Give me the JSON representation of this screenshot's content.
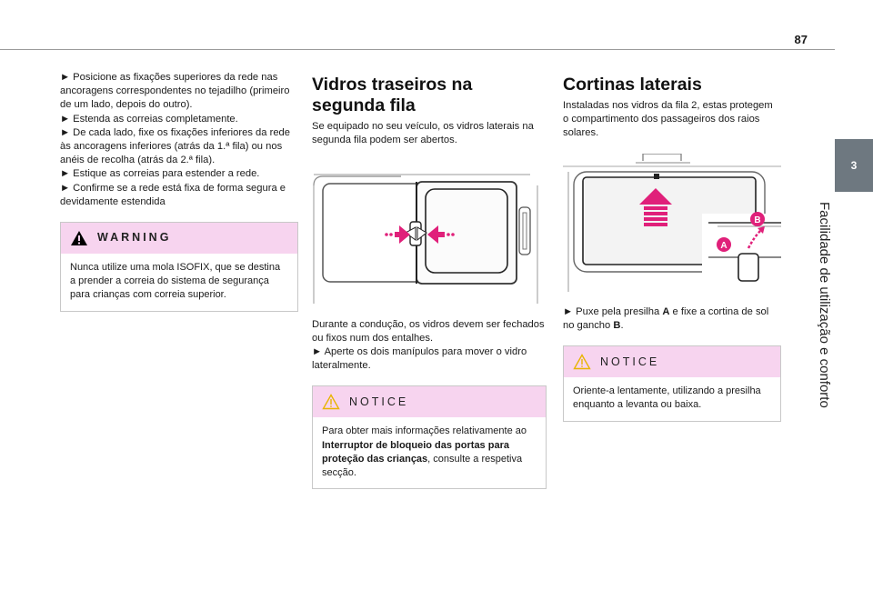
{
  "page": {
    "number": "87",
    "chapter_number": "3",
    "chapter_title": "Facilidade de utilização e conforto"
  },
  "col1": {
    "steps": [
      "► Posicione as fixações superiores da rede nas ancoragens correspondentes no tejadilho (primeiro de um lado, depois do outro).",
      "► Estenda as correias completamente.",
      "► De cada lado, fixe os fixações inferiores da rede às ancoragens inferiores (atrás da 1.ª fila) ou nos anéis de recolha (atrás da 2.ª fila).",
      "► Estique as correias para estender a rede.",
      "► Confirme se a rede está fixa de forma segura e devidamente estendida"
    ],
    "warning": {
      "title": "WARNING",
      "text": "Nunca utilize uma mola ISOFIX, que se destina a prender a correia do sistema de segurança para crianças com correia superior."
    }
  },
  "col2": {
    "title": "Vidros traseiros na segunda fila",
    "intro": "Se equipado no seu veículo, os vidros laterais na segunda fila podem ser abertos.",
    "after_figure": "Durante a condução, os vidros devem ser fechados ou fixos num dos entalhes.",
    "step": "► Aperte os dois manípulos para mover o vidro lateralmente.",
    "notice": {
      "title": "NOTICE",
      "text_prefix": "Para obter mais informações relativamente ao ",
      "text_bold": "Interruptor de bloqueio das portas para proteção das crianças",
      "text_suffix": ", consulte a respetiva secção."
    }
  },
  "col3": {
    "title": "Cortinas laterais",
    "intro": "Instaladas nos vidros da fila 2, estas protegem o compartimento dos passageiros dos raios solares.",
    "step_prefix": "► Puxe pela presilha ",
    "label_a": "A",
    "step_middle": " e fixe a cortina de sol no gancho ",
    "label_b": "B",
    "step_suffix": ".",
    "figure_label_a": "A",
    "figure_label_b": "B",
    "notice": {
      "title": "NOTICE",
      "text": "Oriente-a lentamente, utilizando a presilha enquanto a levanta ou baixa."
    }
  },
  "colors": {
    "box_header": "#f7d4ef",
    "accent_arrow": "#e0207a",
    "side_tab": "#6e7880"
  }
}
